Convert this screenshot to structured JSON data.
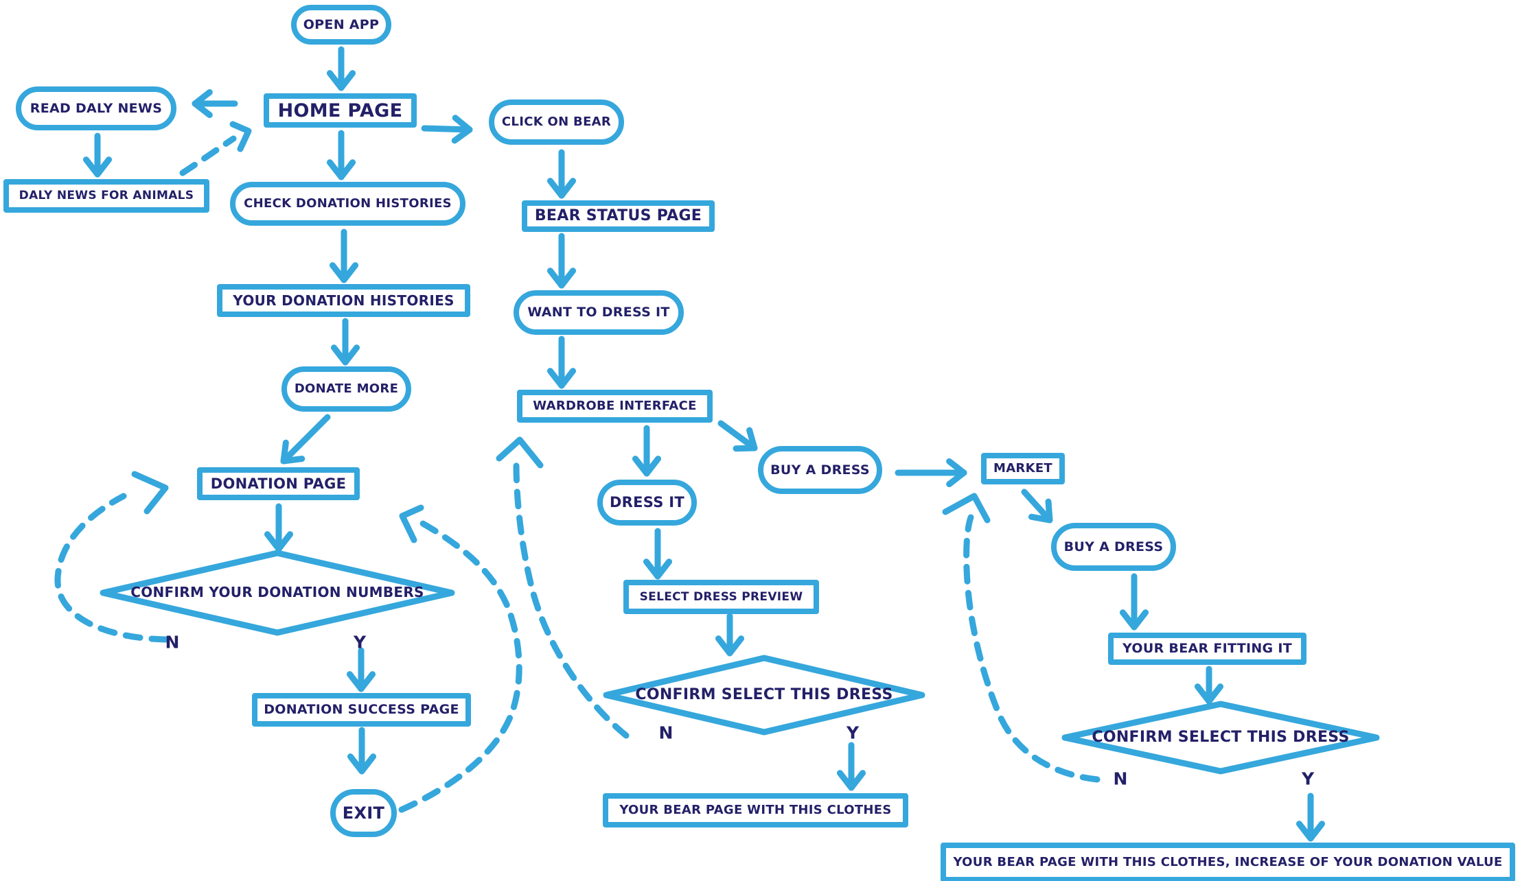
{
  "diagram": {
    "title": "app flowchart",
    "colors": {
      "stroke_blue": "#35a7dc",
      "text_navy": "#232068",
      "background": "#ffffff"
    },
    "nodes": {
      "open_app": "OPEN APP",
      "home_page": "HOME PAGE",
      "read_daily_news": "READ DALY NEWS",
      "daily_news_for_animals": "DALY NEWS FOR ANIMALS",
      "click_on_bear": "CLICK ON BEAR",
      "check_donation_histories": "CHECK DONATION HISTORIES",
      "bear_status_page": "BEAR STATUS PAGE",
      "your_donation_histories": "YOUR DONATION HISTORIES",
      "want_to_dress_it": "WANT TO DRESS IT",
      "donate_more": "DONATE MORE",
      "wardrobe_interface": "WARDROBE INTERFACE",
      "donation_page": "DONATION PAGE",
      "dress_it": "DRESS IT",
      "buy_a_dress_1": "BUY A DRESS",
      "market": "MARKET",
      "buy_a_dress_2": "BUY A DRESS",
      "confirm_your_donation_numbers": "CONFIRM YOUR DONATION NUMBERS",
      "select_dress_preview": "SELECT DRESS PREVIEW",
      "your_bear_fitting_it": "YOUR BEAR FITTING IT",
      "donation_success_page": "DONATION SUCCESS PAGE",
      "confirm_select_this_dress_mid": "CONFIRM SELECT THIS DRESS",
      "confirm_select_this_dress_right": "CONFIRM SELECT THIS DRESS",
      "exit": "EXIT",
      "your_bear_page_with_this_clothes": "YOUR BEAR PAGE WITH THIS CLOTHES",
      "your_bear_page_increase_value": "YOUR BEAR PAGE WITH THIS CLOTHES, INCREASE OF YOUR DONATION VALUE"
    },
    "edge_labels": {
      "no": "N",
      "yes": "Y"
    }
  }
}
